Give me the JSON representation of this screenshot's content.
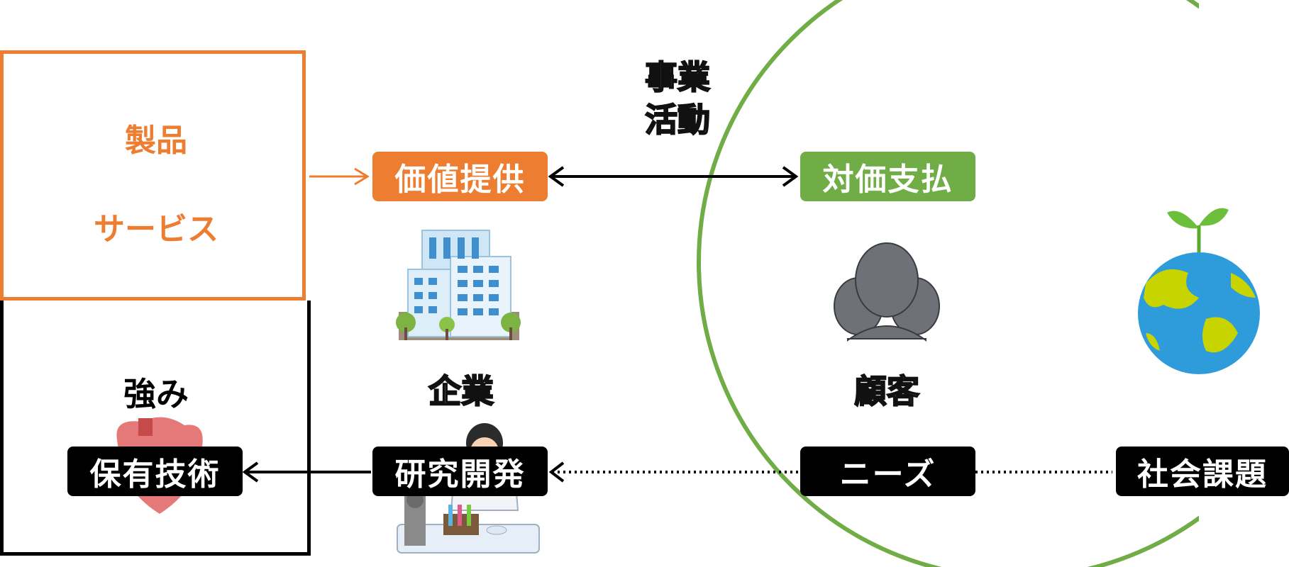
{
  "product_box": {
    "line1": "製品",
    "line2": "サービス"
  },
  "strength_box": {
    "label": "強み"
  },
  "pills": {
    "value_provision": "価値提供",
    "payment": "対価支払",
    "owned_tech": "保有技術",
    "rnd": "研究開発",
    "needs": "ニーズ",
    "social_issues": "社会課題"
  },
  "labels": {
    "business_line1": "事業",
    "business_line2": "活動",
    "company": "企業",
    "customer": "顧客"
  },
  "colors": {
    "orange": "#ED7D31",
    "green": "#70AD47",
    "black": "#000000",
    "earth_blue": "#2E9BDB",
    "earth_land": "#C8D400"
  },
  "icons": [
    "building-icon",
    "customers-icon",
    "earth-sprout-icon",
    "heart-organ-icon",
    "scientist-icon"
  ]
}
